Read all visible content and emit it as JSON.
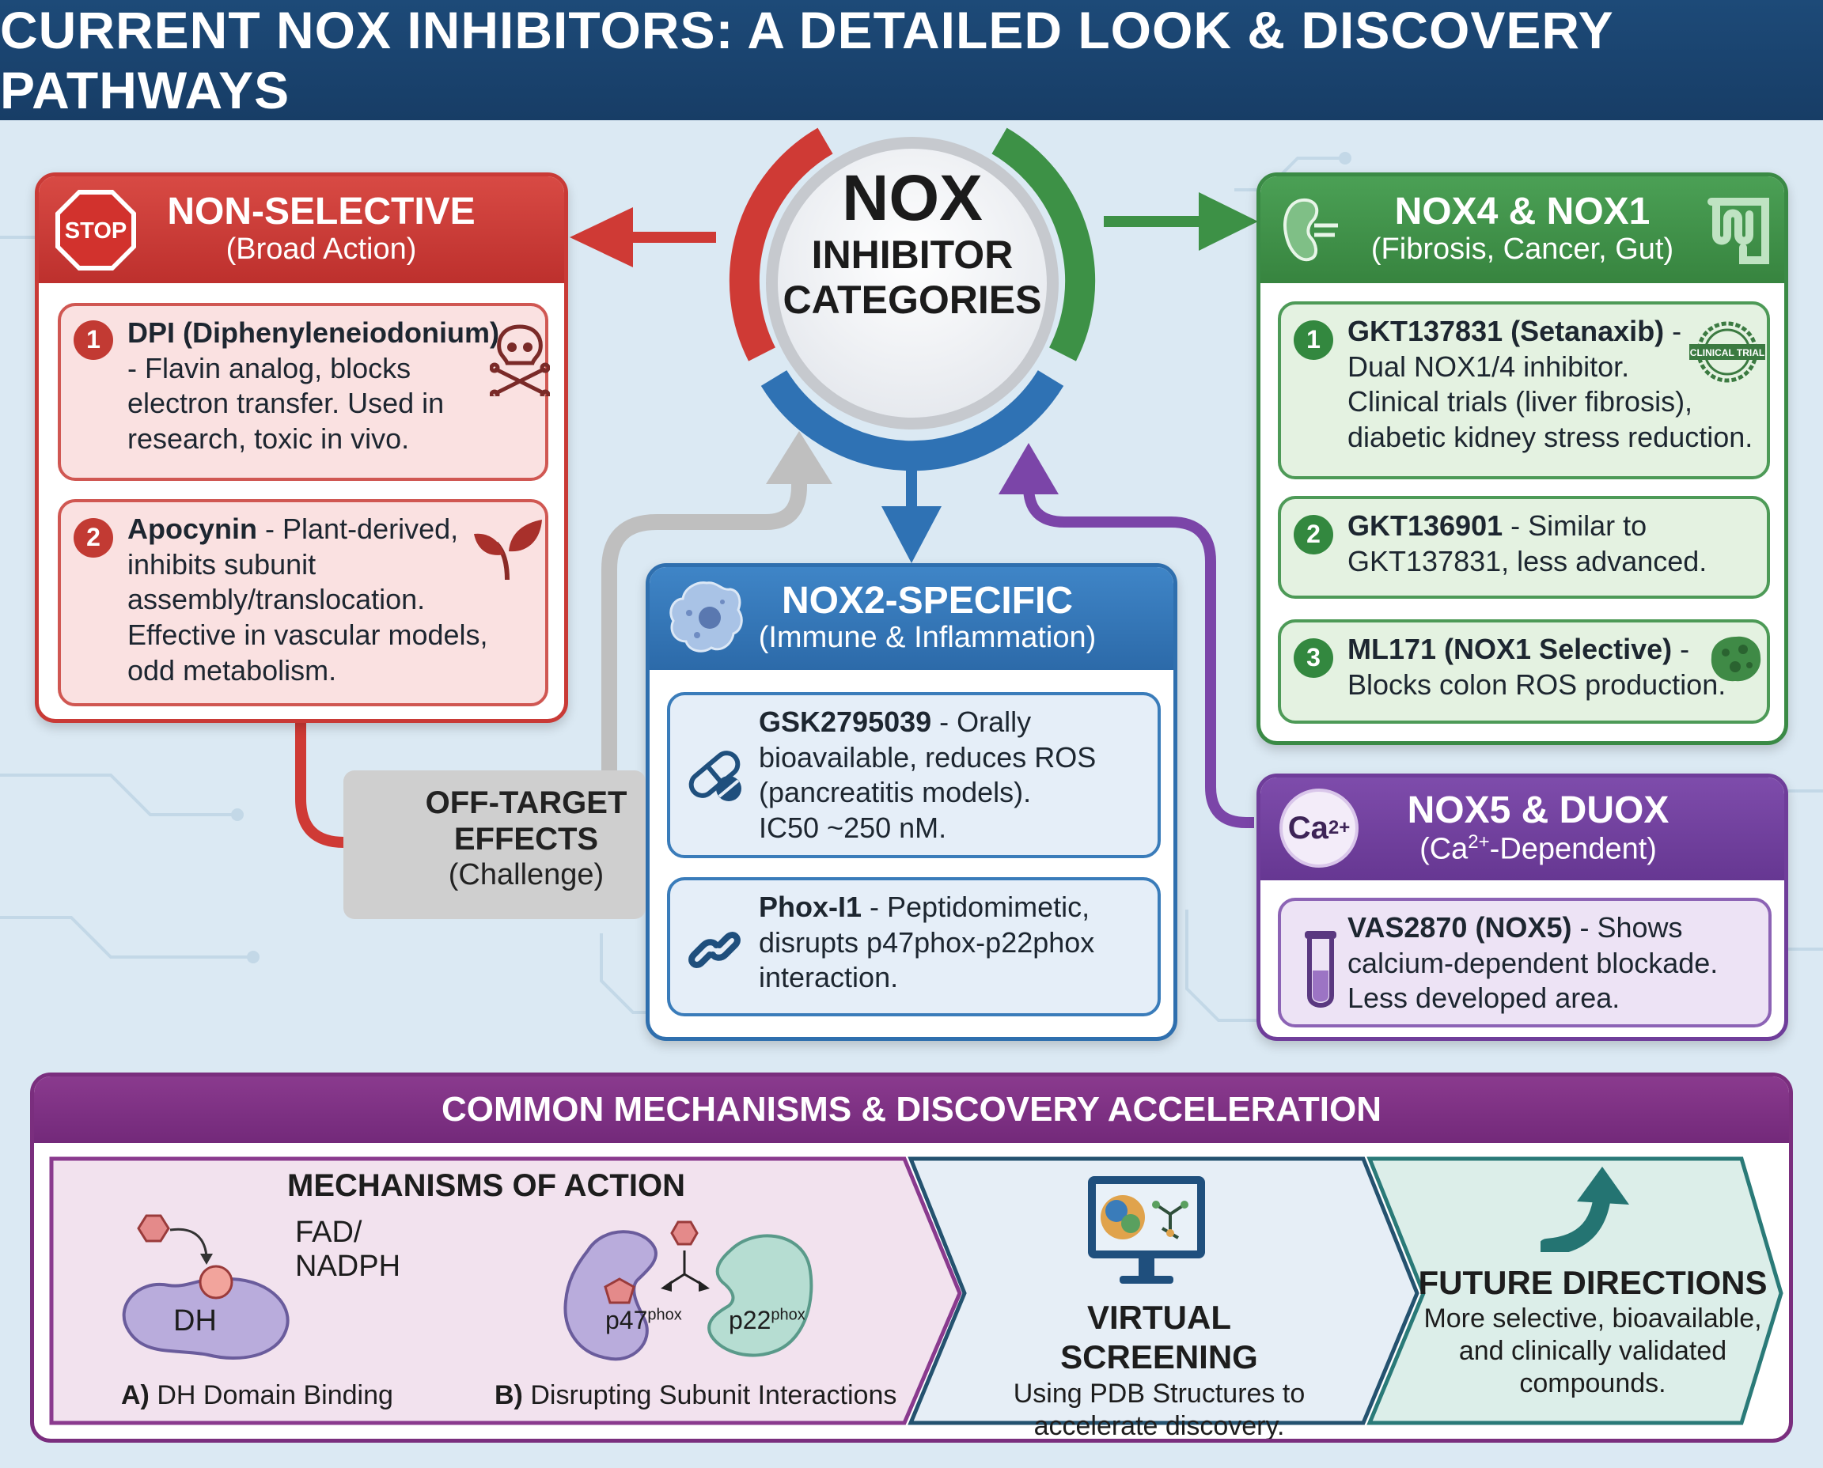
{
  "header": {
    "title": "CURRENT NOX INHIBITORS: A DETAILED LOOK & DISCOVERY PATHWAYS"
  },
  "hub": {
    "line1": "NOX",
    "line2": "INHIBITOR",
    "line3": "CATEGORIES"
  },
  "non_selective": {
    "title": "NON-SELECTIVE",
    "subtitle": "(Broad Action)",
    "stop_label": "STOP",
    "items": [
      {
        "num": "1",
        "name": "DPI (Diphenyleneiodonium)",
        "desc1": "- Flavin analog, blocks",
        "desc2": "electron transfer. Used in",
        "desc3": "research, toxic in vivo."
      },
      {
        "num": "2",
        "name": "Apocynin",
        "desc1": " - Plant-derived,",
        "desc2": "inhibits subunit",
        "desc3": "assembly/translocation.",
        "desc4": "Effective in vascular models,",
        "desc5": "odd metabolism."
      }
    ]
  },
  "nox4_nox1": {
    "title": "NOX4 & NOX1",
    "subtitle": "(Fibrosis, Cancer, Gut)",
    "badge": "CLINICAL TRIAL",
    "items": [
      {
        "num": "1",
        "name": "GKT137831 (Setanaxib)",
        "desc0": " -",
        "desc1": "Dual NOX1/4 inhibitor.",
        "desc2": "Clinical trials (liver fibrosis),",
        "desc3": "diabetic kidney stress reduction."
      },
      {
        "num": "2",
        "name": "GKT136901",
        "desc0": " - Similar to",
        "desc1": "GKT137831, less advanced."
      },
      {
        "num": "3",
        "name": "ML171 (NOX1 Selective)",
        "desc0": " -",
        "desc1": "Blocks colon ROS production."
      }
    ]
  },
  "nox2": {
    "title": "NOX2-SPECIFIC",
    "subtitle": "(Immune & Inflammation)",
    "items": [
      {
        "name": "GSK2795039",
        "desc0": " - Orally",
        "desc1": "bioavailable, reduces ROS",
        "desc2": "(pancreatitis models).",
        "desc3": "IC50 ~250 nM."
      },
      {
        "name": "Phox-I1",
        "desc0": " - Peptidomimetic,",
        "desc1": "disrupts p47phox-p22phox",
        "desc2": "interaction."
      }
    ]
  },
  "nox5_duox": {
    "title": "NOX5 & DUOX",
    "subtitle_pre": "(Ca",
    "subtitle_sup": "2+",
    "subtitle_post": "-Dependent)",
    "badge_main": "Ca",
    "badge_sup": "2+",
    "items": [
      {
        "name": "VAS2870 (NOX5)",
        "desc0": " - Shows",
        "desc1": "calcium-dependent blockade.",
        "desc2": "Less developed area."
      }
    ]
  },
  "off_target": {
    "line1": "OFF-TARGET",
    "line2": "EFFECTS",
    "line3": "(Challenge)"
  },
  "bottom": {
    "title": "COMMON MECHANISMS & DISCOVERY ACCELERATION",
    "mechanisms": {
      "title": "MECHANISMS OF ACTION",
      "fad1": "FAD/",
      "fad2": "NADPH",
      "dh": "DH",
      "a_letter": "A)",
      "a_text": " DH Domain Binding",
      "p47": "p47",
      "p47_sup": "phox",
      "p22": "p22",
      "p22_sup": "phox",
      "b_letter": "B)",
      "b_text": " Disrupting Subunit Interactions"
    },
    "virtual": {
      "title": "VIRTUAL SCREENING",
      "line1": "Using PDB Structures to",
      "line2": "accelerate discovery."
    },
    "future": {
      "title": "FUTURE DIRECTIONS",
      "line1": "More selective, bioavailable,",
      "line2": "and clinically validated",
      "line3": "compounds."
    }
  },
  "colors": {
    "header": "#1d4a78",
    "red": "#c93a36",
    "green": "#3a8a45",
    "blue": "#2f6fae",
    "purple": "#6f3d9a",
    "magenta": "#7a2e7e",
    "gray": "#cfcfcf"
  }
}
